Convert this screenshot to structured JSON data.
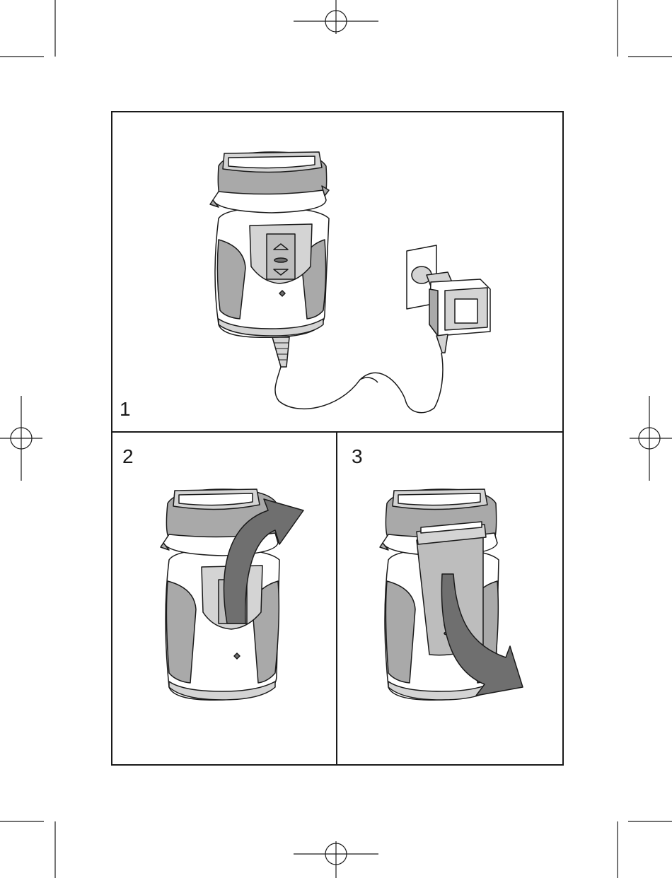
{
  "steps": [
    {
      "number": "1",
      "illustration": "shaver-connected-to-charger"
    },
    {
      "number": "2",
      "illustration": "shaver-switch-on-arrow-up"
    },
    {
      "number": "3",
      "illustration": "trimmer-extended-arrow-down"
    }
  ],
  "colors": {
    "line": "#1a1a1a",
    "grey_dark": "#8a8a8a",
    "grey_mid": "#a9a9a9",
    "grey_light": "#d4d4d4",
    "white": "#ffffff"
  }
}
